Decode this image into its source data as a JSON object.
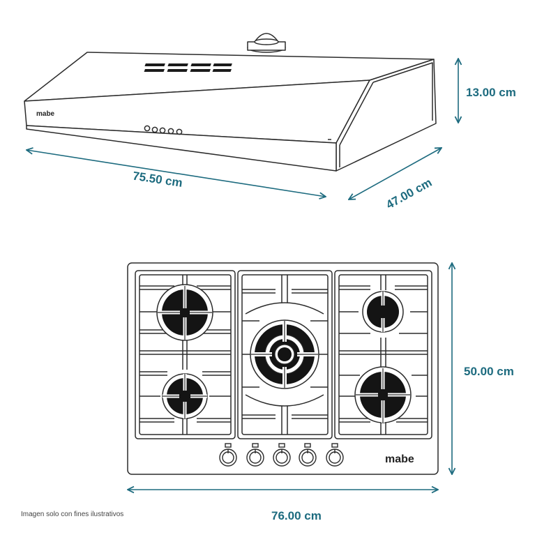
{
  "colors": {
    "dimension": "#1d6b7f",
    "outline": "#2b2b2b",
    "burner": "#141414",
    "background": "#ffffff"
  },
  "hood": {
    "brand": "mabe",
    "width_label": "75.50 cm",
    "depth_label": "47.00 cm",
    "height_label": "13.00 cm"
  },
  "cooktop": {
    "brand": "mabe",
    "width_label": "76.00 cm",
    "depth_label": "50.00 cm",
    "burner_count": 5,
    "knob_count": 5
  },
  "footer": {
    "disclaimer": "Imagen solo con fines ilustrativos"
  }
}
